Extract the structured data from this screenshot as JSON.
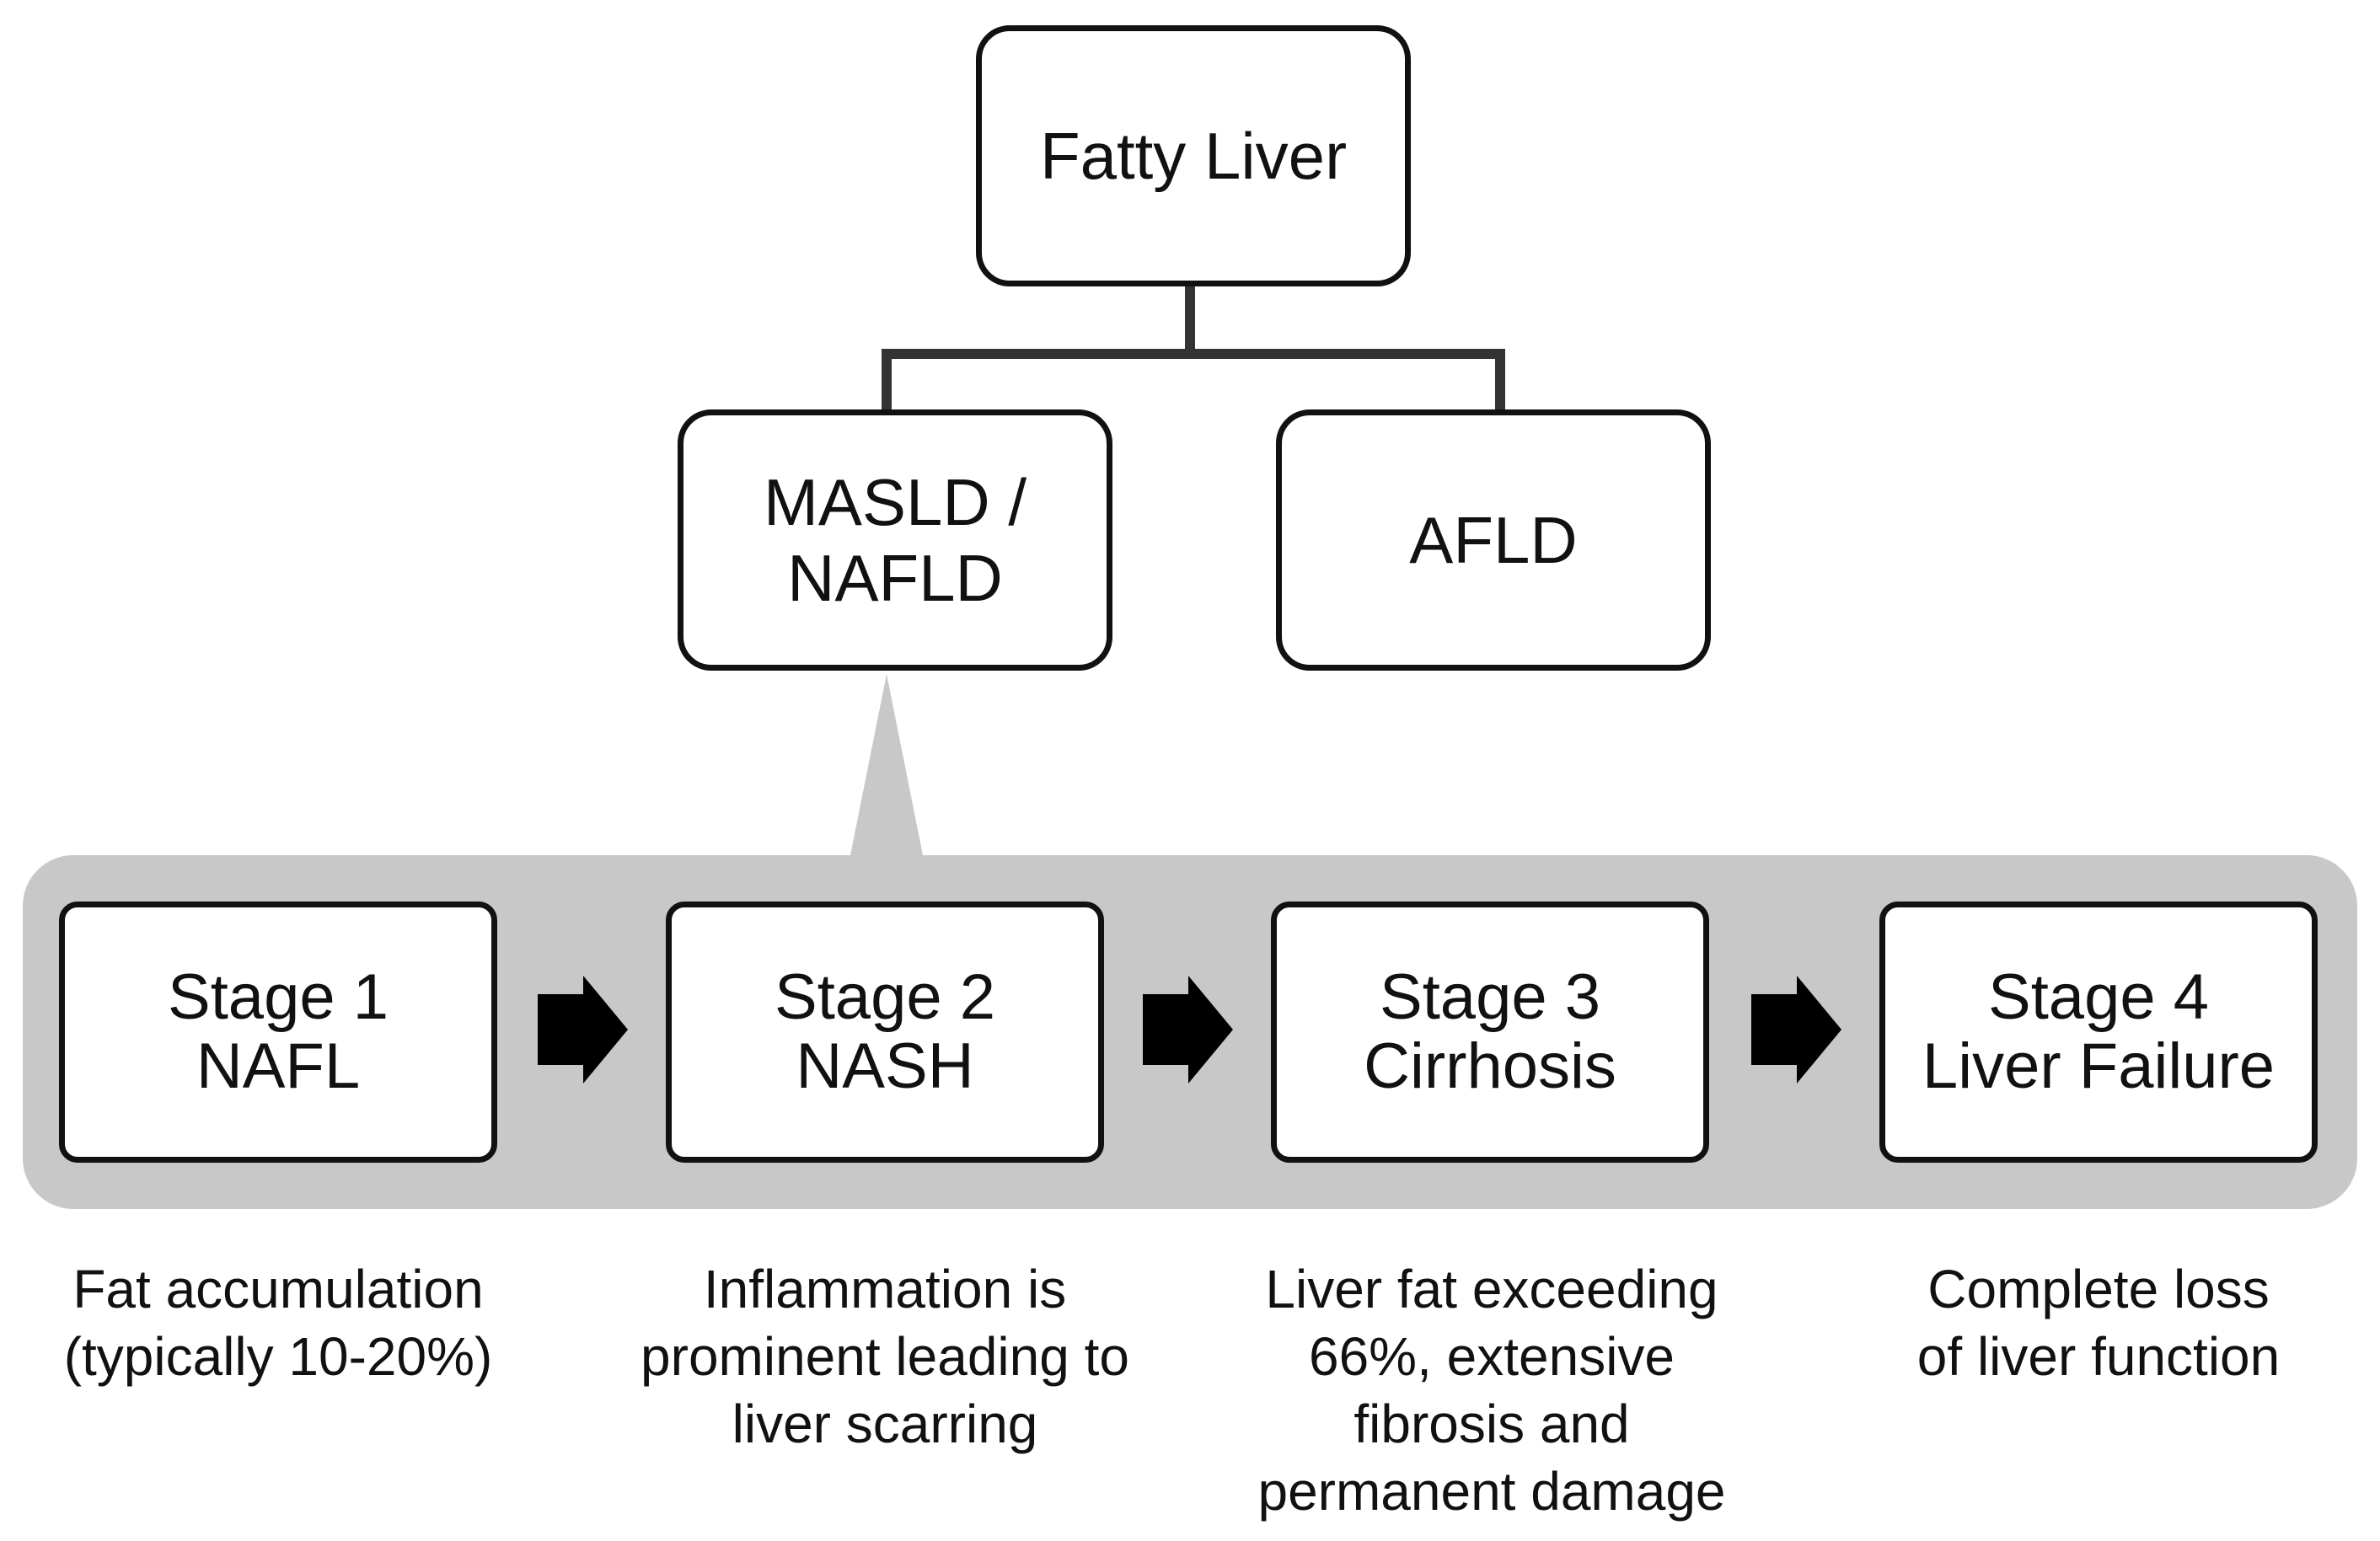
{
  "diagram": {
    "root": {
      "label": "Fatty Liver"
    },
    "categories": [
      {
        "label": "MASLD /\nNAFLD"
      },
      {
        "label": "AFLD"
      }
    ],
    "stages": [
      {
        "title": "Stage 1",
        "name": "NAFL",
        "description": "Fat accumulation\n(typically 10-20%)"
      },
      {
        "title": "Stage 2",
        "name": "NASH",
        "description": "Inflammation is\nprominent leading to\nliver scarring"
      },
      {
        "title": "Stage 3",
        "name": "Cirrhosis",
        "description": "Liver fat exceeding\n66%, extensive\nfibrosis and\npermanent damage"
      },
      {
        "title": "Stage 4",
        "name": "Liver Failure",
        "description": "Complete loss\nof liver function"
      }
    ],
    "colors": {
      "line": "#333333",
      "border": "#111111",
      "panel": "#c8c8c8",
      "arrow": "#000000"
    }
  }
}
